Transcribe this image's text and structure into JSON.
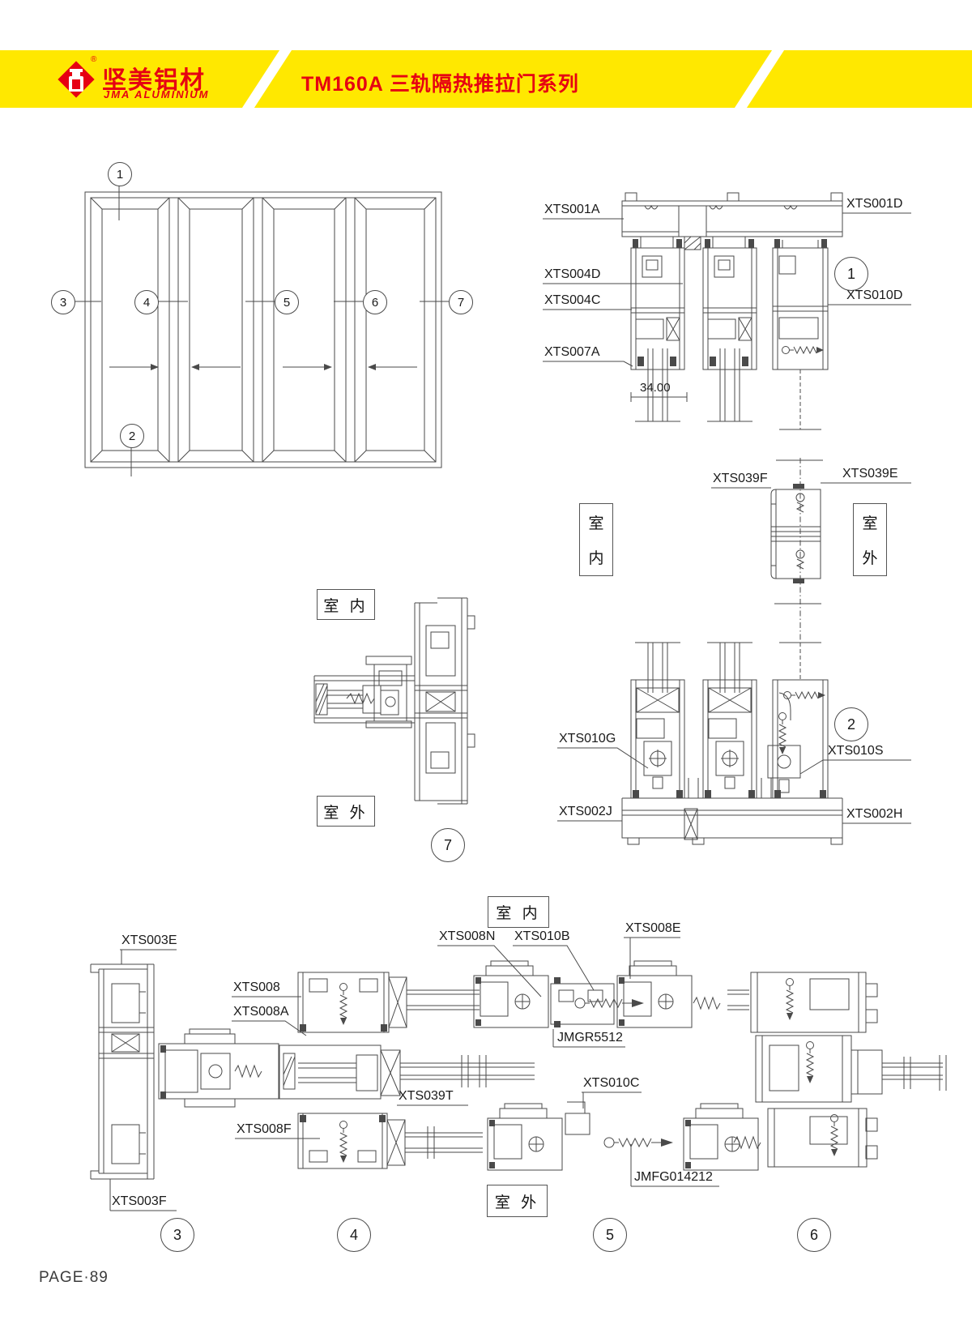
{
  "header": {
    "brand_cn": "坚美铝材",
    "brand_en": "JMA ALUMINIUM",
    "reg_mark": "®",
    "title": "TM160A 三轨隔热推拉门系列",
    "band_color": "#FFE800",
    "brand_color": "#E60012"
  },
  "footer": {
    "page_label": "PAGE·89"
  },
  "elevation": {
    "callouts": [
      "1",
      "2",
      "3",
      "4",
      "5",
      "6",
      "7"
    ]
  },
  "sections": {
    "detail1": {
      "callout": "1",
      "dimension": "34.00",
      "parts": {
        "xts001a": "XTS001A",
        "xts001d": "XTS001D",
        "xts004d": "XTS004D",
        "xts004c": "XTS004C",
        "xts007a": "XTS007A",
        "xts010d": "XTS010D"
      }
    },
    "connector": {
      "parts": {
        "xts039f": "XTS039F",
        "xts039e": "XTS039E"
      },
      "indoor_chars": [
        "室",
        "内"
      ],
      "outdoor_chars": [
        "室",
        "外"
      ]
    },
    "detail2": {
      "callout": "2",
      "parts": {
        "xts010g": "XTS010G",
        "xts010s": "XTS010S",
        "xts002j": "XTS002J",
        "xts002h": "XTS002H"
      }
    },
    "detail7": {
      "callout": "7",
      "indoor": "室 内",
      "outdoor": "室 外"
    },
    "bottom": {
      "callouts": [
        "3",
        "4",
        "5",
        "6"
      ],
      "indoor": "室 内",
      "outdoor": "室 外",
      "parts": {
        "xts003e": "XTS003E",
        "xts008": "XTS008",
        "xts008a": "XTS008A",
        "xts008f": "XTS008F",
        "xts003f": "XTS003F",
        "xts008n": "XTS008N",
        "xts010b": "XTS010B",
        "xts008e": "XTS008E",
        "jmgr5512": "JMGR5512",
        "xts010c": "XTS010C",
        "xts039t": "XTS039T",
        "jmfg014212": "JMFG014212"
      }
    }
  }
}
